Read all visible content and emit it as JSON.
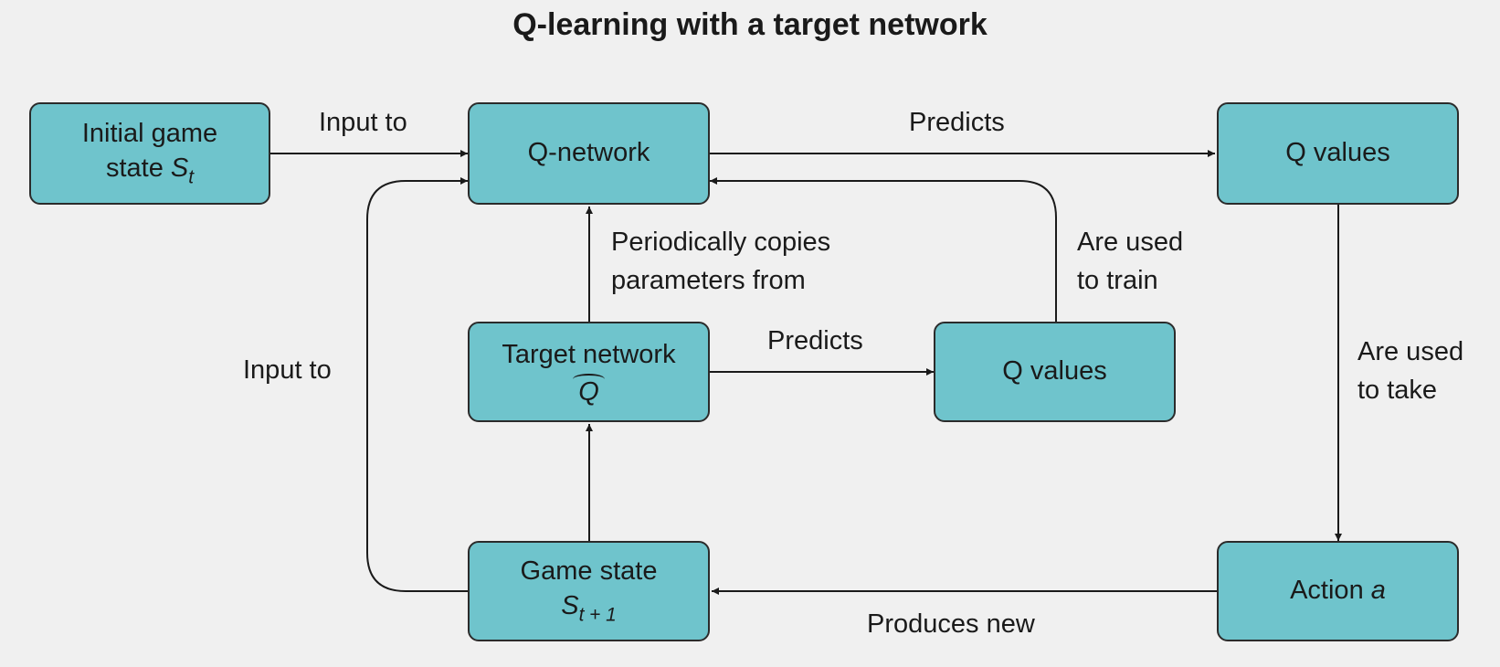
{
  "title": "Q-learning with a target network",
  "nodes": {
    "initial_state": {
      "line1": "Initial game",
      "line2_prefix": "state ",
      "line2_symbol": "S",
      "line2_sub": "t"
    },
    "q_network": {
      "label": "Q-network"
    },
    "q_values_top": {
      "label": "Q values"
    },
    "target_network": {
      "line1": "Target network",
      "symbol": "Q"
    },
    "q_values_mid": {
      "label": "Q values"
    },
    "game_state": {
      "line1": "Game state",
      "symbol": "S",
      "sub": "t + 1"
    },
    "action": {
      "prefix": "Action ",
      "symbol": "a"
    }
  },
  "edge_labels": {
    "input_to_top": "Input to",
    "predicts_top": "Predicts",
    "periodically_1": "Periodically copies",
    "periodically_2": "parameters from",
    "used_train_1": "Are used",
    "used_train_2": "to train",
    "predicts_mid": "Predicts",
    "input_to_left": "Input to",
    "used_take_1": "Are used",
    "used_take_2": "to take",
    "produces_new": "Produces new"
  }
}
